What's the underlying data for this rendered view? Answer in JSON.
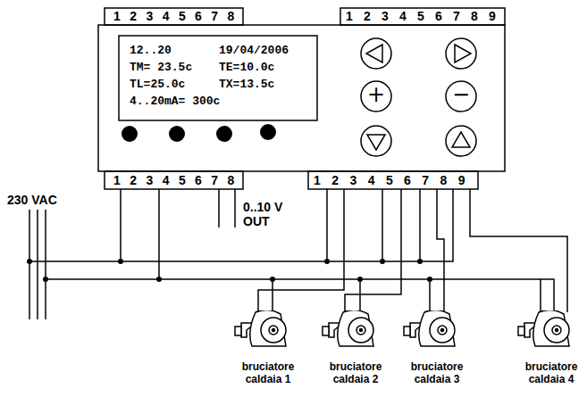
{
  "diagram": {
    "nodes": [
      {
        "text": [
          "12..20",
          "19/04/2006",
          "TM= 23.5c",
          "TE=10.0c",
          "TL=25.0c",
          "TX=13.5c",
          "4..20mA= 300c"
        ]
      },
      {
        "text": [
          "bruciatore caldaia 1"
        ]
      },
      {
        "text": [
          "bruciatore caldaia 2"
        ]
      },
      {
        "text": [
          "bruciatore caldaia 3"
        ]
      },
      {
        "text": [
          "bruciatore caldaia 4"
        ]
      }
    ],
    "labels": [
      "1",
      "2",
      "3",
      "4",
      "5",
      "6",
      "7",
      "8",
      "1",
      "2",
      "3",
      "4",
      "5",
      "6",
      "7",
      "8",
      "9",
      "1",
      "2",
      "3",
      "4",
      "5",
      "6",
      "7",
      "8",
      "1",
      "2",
      "3",
      "4",
      "5",
      "6",
      "7",
      "8",
      "9",
      "230 VAC",
      "0..10 V OUT",
      "+",
      "−"
    ]
  }
}
